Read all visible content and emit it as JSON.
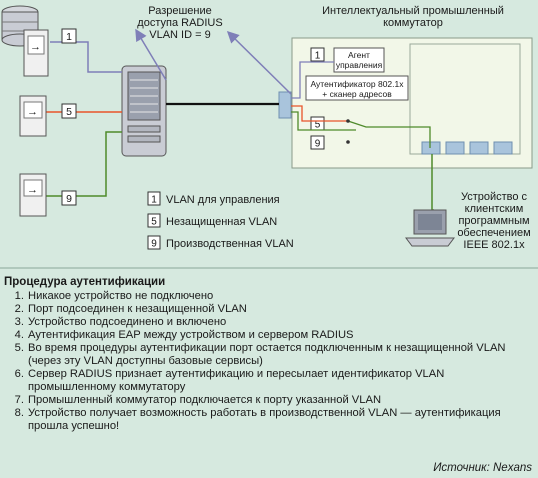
{
  "labels": {
    "radius_permission": [
      "Разрешение",
      "доступа RADIUS",
      "VLAN ID = 9"
    ],
    "switch_title": [
      "Интеллектуальный промышленный",
      "коммутатор"
    ],
    "agent": [
      "Агент",
      "управления"
    ],
    "authenticator": [
      "Аутентификатор 802.1x",
      "+ сканер адресов"
    ],
    "client_device": [
      "Устройство с",
      "клиентским",
      "программным",
      "обеспечением",
      "IEEE 802.1x"
    ]
  },
  "legend": [
    {
      "num": "1",
      "text": "VLAN для управления"
    },
    {
      "num": "5",
      "text": "Незащищенная VLAN"
    },
    {
      "num": "9",
      "text": "Производственная VLAN"
    }
  ],
  "port_badges": {
    "device_top": "1",
    "device_mid": "5",
    "device_bot": "9",
    "switch_agent": "1",
    "switch_port5": "5",
    "switch_port9": "9"
  },
  "procedure": {
    "title": "Процедура аутентификации",
    "steps": [
      {
        "n": "1.",
        "text": "Никакое устройство не подключено"
      },
      {
        "n": "2.",
        "text": "Порт подсоединен к незащищенной VLAN"
      },
      {
        "n": "3.",
        "text": "Устройство подсоединено и включено"
      },
      {
        "n": "4.",
        "text": "Аутентификация EAP между устройством и сервером RADIUS"
      },
      {
        "n": "5.",
        "text": "Во время процедуры аутентификации порт остается подключенным к незащищенной VLAN (через эту VLAN доступны базовые сервисы)"
      },
      {
        "n": "6.",
        "text": "Сервер RADIUS признает аутентификацию и пересылает идентификатор VLAN промышленному коммутатору"
      },
      {
        "n": "7.",
        "text": "Промышленный коммутатор подключается к порту указанной VLAN"
      },
      {
        "n": "8.",
        "text": "Устройство получает возможность работать в производственной VLAN — аутентификация прошла успешно!"
      }
    ]
  },
  "source": "Источник: Nexans",
  "colors": {
    "background": "#d6e9df",
    "vlan1": "#7f7fb8",
    "vlan5": "#e8542a",
    "vlan9": "#4e8a2a",
    "trunk": "#111111",
    "port": "#a9c4dc"
  }
}
